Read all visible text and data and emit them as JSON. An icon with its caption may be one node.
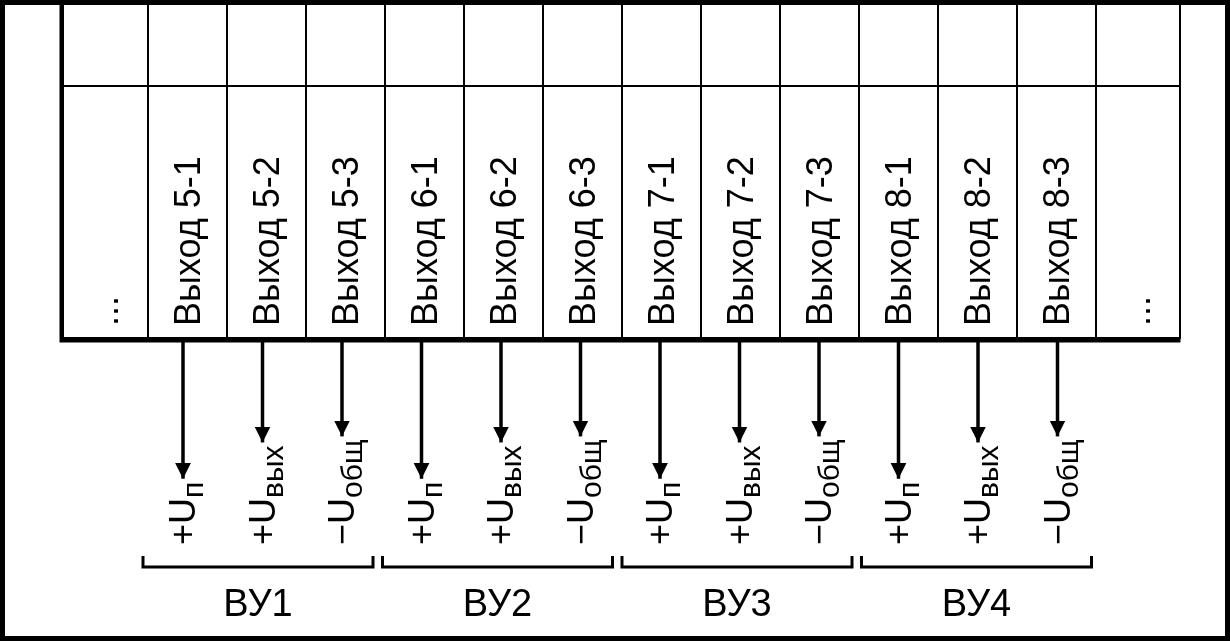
{
  "diagram": {
    "nodes": [
      {
        "text": [],
        "shape": "box"
      },
      {
        "text": [],
        "shape": "box"
      },
      {
        "text": [],
        "shape": "box"
      },
      {
        "text": [],
        "shape": "box"
      },
      {
        "text": [],
        "shape": "box"
      },
      {
        "text": [],
        "shape": "box"
      },
      {
        "text": [],
        "shape": "box"
      },
      {
        "text": [],
        "shape": "box"
      },
      {
        "text": [],
        "shape": "box"
      },
      {
        "text": [],
        "shape": "box"
      },
      {
        "text": [],
        "shape": "box"
      },
      {
        "text": [],
        "shape": "box"
      },
      {
        "text": [],
        "shape": "box"
      },
      {
        "text": [],
        "shape": "box"
      },
      {
        "text": [
          "..."
        ]
      },
      {
        "text": [
          "Выход 5-1"
        ]
      },
      {
        "text": [
          "Выход 5-2"
        ]
      },
      {
        "text": [
          "Выход 5-3"
        ]
      },
      {
        "text": [
          "Выход 6-1"
        ]
      },
      {
        "text": [
          "Выход 6-2"
        ]
      },
      {
        "text": [
          "Выход 6-3"
        ]
      },
      {
        "text": [
          "Выход 7-1"
        ]
      },
      {
        "text": [
          "Выход 7-2"
        ]
      },
      {
        "text": [
          "Выход 7-3"
        ]
      },
      {
        "text": [
          "Выход 8-1"
        ]
      },
      {
        "text": [
          "Выход 8-2"
        ]
      },
      {
        "text": [
          "Выход 8-3"
        ]
      },
      {
        "text": [
          "..."
        ]
      },
      {
        "text": [
          "+U$_{п}$"
        ]
      },
      {
        "text": [
          "+U$_{вых}$"
        ]
      },
      {
        "text": [
          "−U$_{общ}$"
        ]
      },
      {
        "text": [
          "+U$_{п}$"
        ]
      },
      {
        "text": [
          "+U$_{вых}$"
        ]
      },
      {
        "text": [
          "−U$_{общ}$"
        ]
      },
      {
        "text": [
          "+U$_{п}$"
        ]
      },
      {
        "text": [
          "+U$_{вых}$"
        ]
      },
      {
        "text": [
          "−U$_{общ}$"
        ]
      },
      {
        "text": [
          "+U$_{п}$"
        ]
      },
      {
        "text": [
          "+U$_{вых}$"
        ]
      },
      {
        "text": [
          "−U$_{общ}$"
        ]
      }
    ],
    "edges": [
      {
        "from": 15,
        "to": 28,
        "arrow": "to"
      },
      {
        "from": 16,
        "to": 29,
        "arrow": "to"
      },
      {
        "from": 17,
        "to": 30,
        "arrow": "to"
      },
      {
        "from": 18,
        "to": 31,
        "arrow": "to"
      },
      {
        "from": 19,
        "to": 32,
        "arrow": "to"
      },
      {
        "from": 20,
        "to": 33,
        "arrow": "to"
      },
      {
        "from": 21,
        "to": 34,
        "arrow": "to"
      },
      {
        "from": 22,
        "to": 35,
        "arrow": "to"
      },
      {
        "from": 23,
        "to": 36,
        "arrow": "to"
      },
      {
        "from": 24,
        "to": 37,
        "arrow": "to"
      },
      {
        "from": 25,
        "to": 38,
        "arrow": "to"
      },
      {
        "from": 26,
        "to": 39,
        "arrow": "to"
      }
    ],
    "labels": [
      "ВУ1",
      "ВУ2",
      "ВУ3",
      "ВУ4"
    ]
  }
}
